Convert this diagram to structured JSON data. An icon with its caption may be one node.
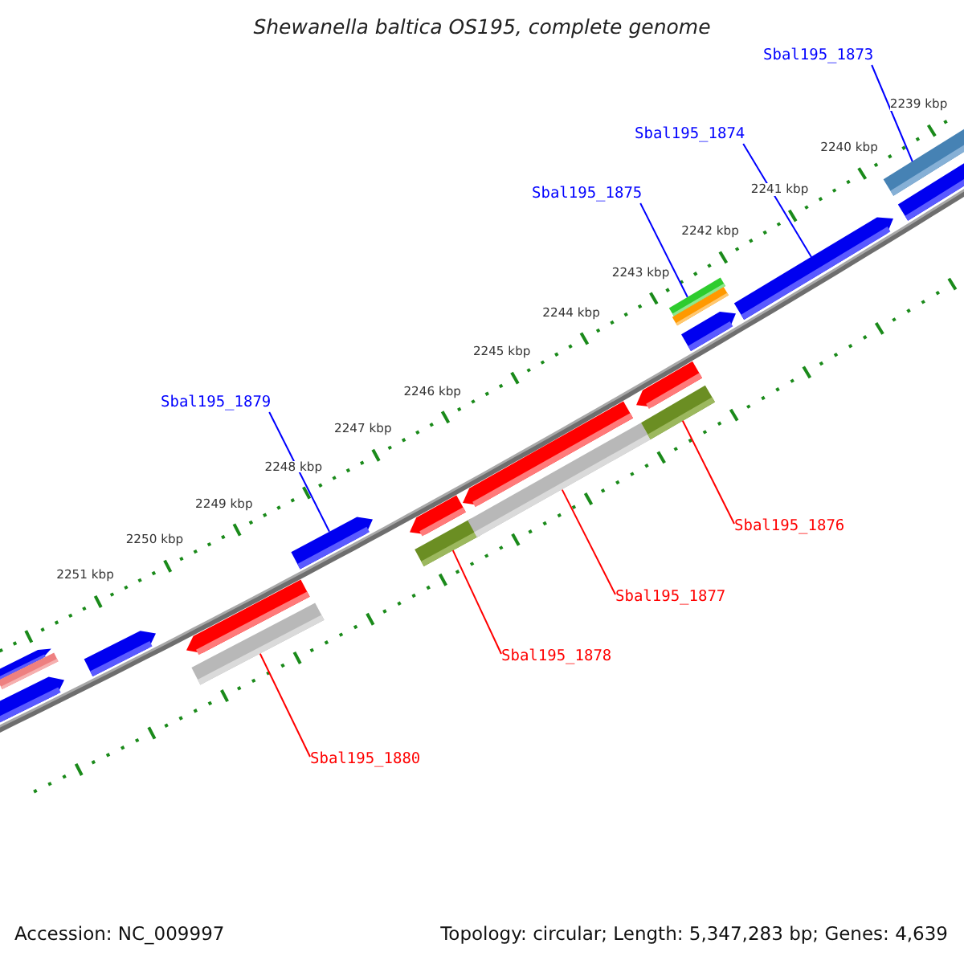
{
  "diagram": {
    "title": "Shewanella baltica OS195, complete genome",
    "nodes": [
      {
        "text": [
          "Sbal195_1873"
        ]
      },
      {
        "text": [
          "Sbal195_1874"
        ]
      },
      {
        "text": [
          "Sbal195_1875"
        ]
      },
      {
        "text": [
          "Sbal195_1879"
        ]
      },
      {
        "text": [
          "Sbal195_1876"
        ]
      },
      {
        "text": [
          "Sbal195_1877"
        ]
      },
      {
        "text": [
          "Sbal195_1878"
        ]
      },
      {
        "text": [
          "Sbal195_1880"
        ]
      },
      {
        "text": [],
        "shape": "arrow"
      },
      {
        "text": [],
        "shape": "bar"
      },
      {
        "text": [],
        "shape": "arrow"
      },
      {
        "text": [],
        "shape": "arrow"
      },
      {
        "text": [],
        "shape": "arrow"
      },
      {
        "text": [],
        "shape": "bar"
      },
      {
        "text": [],
        "shape": "arrow"
      },
      {
        "text": [],
        "shape": "arrow"
      },
      {
        "text": [],
        "shape": "bar"
      },
      {
        "text": [],
        "shape": "arrow"
      },
      {
        "text": [],
        "shape": "bar"
      },
      {
        "text": [],
        "shape": "arrow"
      },
      {
        "text": [],
        "shape": "bar"
      },
      {
        "text": [],
        "shape": "bar"
      },
      {
        "text": [],
        "shape": "bar"
      },
      {
        "text": [],
        "shape": "arrow"
      },
      {
        "text": [],
        "shape": "arrow"
      },
      {
        "text": [],
        "shape": "bar"
      },
      {
        "text": [],
        "shape": "bar"
      }
    ],
    "edges": [
      {
        "from": 0,
        "to": 25,
        "arrow": "none"
      },
      {
        "from": 1,
        "to": 24,
        "arrow": "none"
      },
      {
        "from": 2,
        "to": 21,
        "arrow": "none"
      },
      {
        "from": 3,
        "to": 14,
        "arrow": "none"
      },
      {
        "from": 4,
        "to": 20,
        "arrow": "none",
        "color": "#ff0000"
      },
      {
        "from": 5,
        "to": 18,
        "arrow": "none",
        "color": "#ff0000"
      },
      {
        "from": 6,
        "to": 16,
        "arrow": "none",
        "color": "#ff0000"
      },
      {
        "from": 7,
        "to": 13,
        "arrow": "none",
        "color": "#ff0000"
      }
    ],
    "labels": [
      "2239 kbp",
      "2240 kbp",
      "2241 kbp",
      "2242 kbp",
      "2243 kbp",
      "2244 kbp",
      "2245 kbp",
      "2246 kbp",
      "2247 kbp",
      "2248 kbp",
      "2249 kbp",
      "2250 kbp",
      "2251 kbp",
      "Accession: NC_009997",
      "Topology: circular; Length: 5,347,283 bp; Genes: 4,639"
    ]
  }
}
